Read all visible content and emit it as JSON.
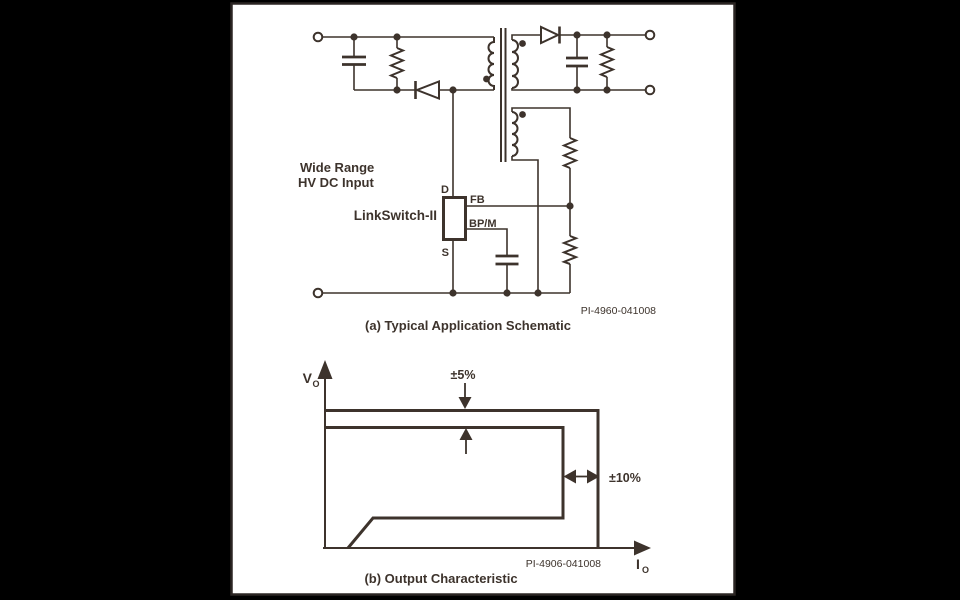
{
  "figure": {
    "schematic": {
      "caption": "(a) Typical Application Schematic",
      "part_code": "PI-4960-041008",
      "input_label_line1": "Wide Range",
      "input_label_line2": "HV DC Input",
      "ic_label": "LinkSwitch-II",
      "pins": {
        "drain": "D",
        "source": "S",
        "feedback": "FB",
        "bypass": "BP/M"
      }
    },
    "graph": {
      "caption": "(b) Output Characteristic",
      "part_code": "PI-4906-041008",
      "y_axis_label": "V",
      "y_axis_subscript": "O",
      "x_axis_label": "I",
      "x_axis_subscript": "O",
      "voltage_tolerance": "±5%",
      "current_tolerance": "±10%"
    },
    "colors": {
      "ink": "#3d332c",
      "panel": "#ffffff",
      "background": "#000000"
    }
  }
}
